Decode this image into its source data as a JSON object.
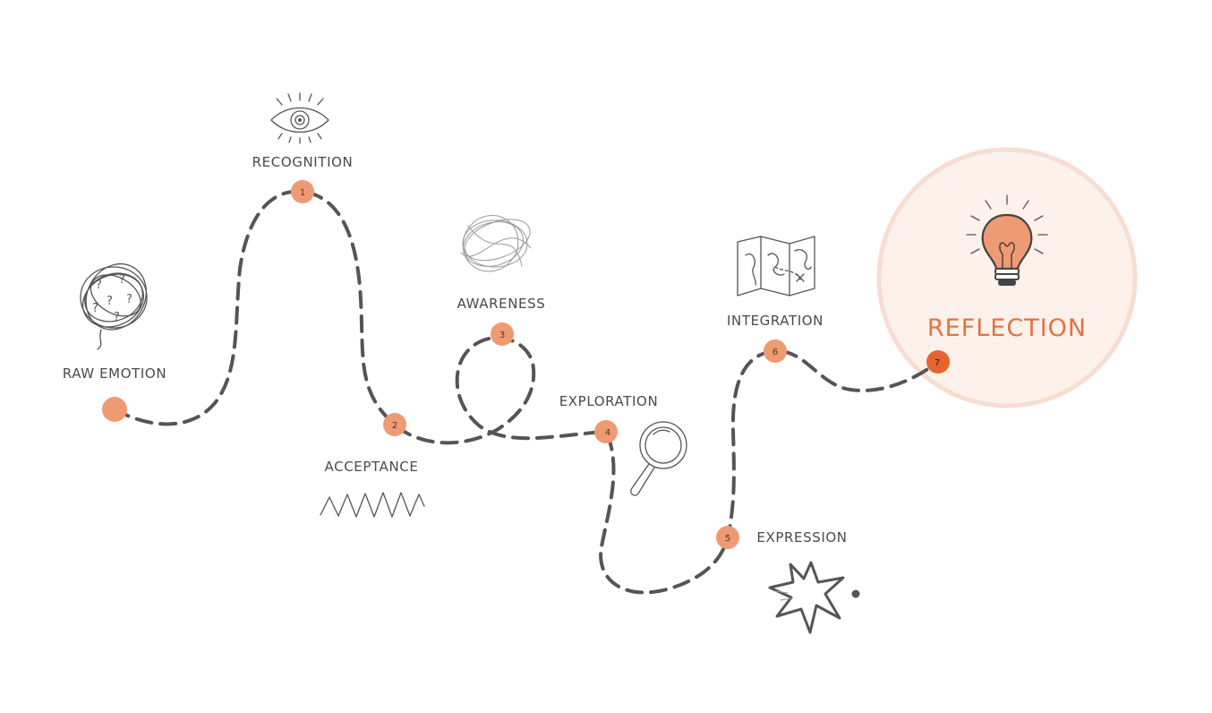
{
  "colors": {
    "accent": "#ee9a72",
    "accent_dark": "#e8642f",
    "halo_fill": "#fdf1ec",
    "halo_stroke": "#f7ddd2",
    "path_stroke": "#555555",
    "label": "#4a4a4a",
    "highlight_label": "#e2743f"
  },
  "stages": [
    {
      "number": "",
      "label": "RAW EMOTION",
      "icon": "tangled-question-ball-icon"
    },
    {
      "number": "1",
      "label": "RECOGNITION",
      "icon": "eye-icon"
    },
    {
      "number": "2",
      "label": "ACCEPTANCE",
      "icon": "zigzag-wave-icon"
    },
    {
      "number": "3",
      "label": "AWARENESS",
      "icon": "scribble-cloud-icon"
    },
    {
      "number": "4",
      "label": "EXPLORATION",
      "icon": "magnifying-glass-icon"
    },
    {
      "number": "5",
      "label": "EXPRESSION",
      "icon": "burst-icon"
    },
    {
      "number": "6",
      "label": "INTEGRATION",
      "icon": "map-icon"
    },
    {
      "number": "7",
      "label": "REFLECTION",
      "icon": "light-bulb-icon",
      "highlighted": true
    }
  ]
}
